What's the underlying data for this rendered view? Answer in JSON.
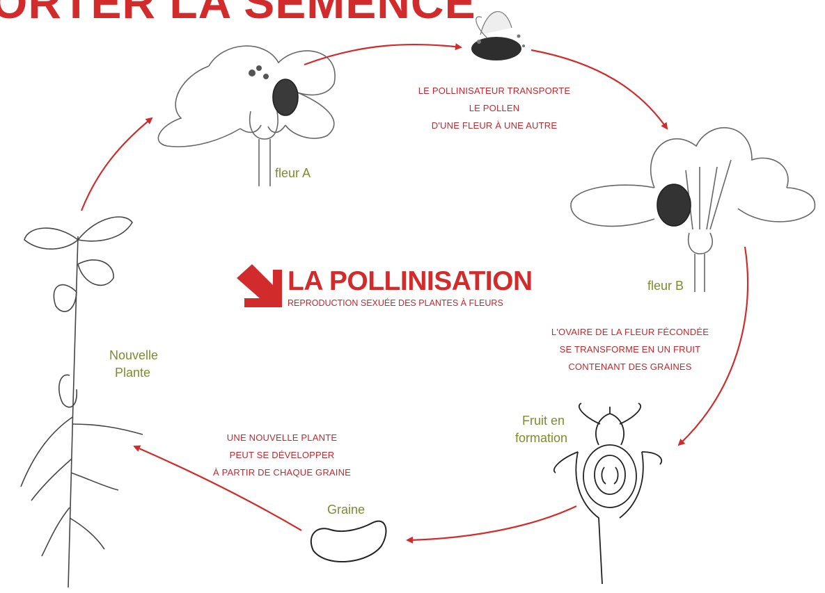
{
  "header": {
    "title_partial": "ORTER LA SEMENCE"
  },
  "center": {
    "title": "LA POLLINISATION",
    "subtitle": "REPRODUCTION SEXUÉE DES PLANTES À FLEURS"
  },
  "labels": {
    "fleur_a": "fleur A",
    "fleur_b": "fleur B",
    "fruit_line1": "Fruit en",
    "fruit_line2": "formation",
    "graine": "Graine",
    "plante_line1": "Nouvelle",
    "plante_line2": "Plante"
  },
  "steps": {
    "pollinator": [
      "Le pollinisateur transporte",
      "le pollen",
      "d'une fleur à une autre"
    ],
    "ovary": [
      "L'ovaire de la fleur fécondée",
      "se transforme en un fruit",
      "contenant des graines"
    ],
    "new_plant": [
      "Une nouvelle plante",
      "peut se développer",
      "à partir de chaque graine"
    ]
  },
  "colors": {
    "accent_red": "#d22b2b",
    "label_green": "#7f8a2e",
    "line": "#555555"
  }
}
